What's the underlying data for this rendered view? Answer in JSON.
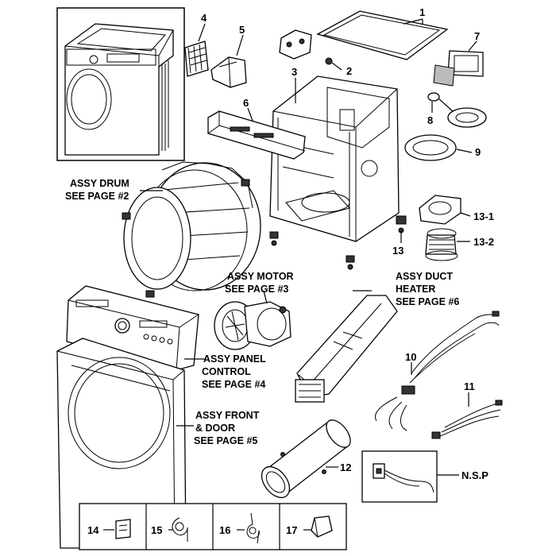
{
  "labels": {
    "p1": "1",
    "p2": "2",
    "p3": "3",
    "p4": "4",
    "p5": "5",
    "p6": "6",
    "p7": "7",
    "p8": "8",
    "p9": "9",
    "p10": "10",
    "p11": "11",
    "p12": "12",
    "p13": "13",
    "p13_1": "13-1",
    "p13_2": "13-2",
    "p14": "14",
    "p15": "15",
    "p16": "16",
    "p17": "17",
    "nsp": "N.S.P"
  },
  "callouts": {
    "drum": [
      "ASSY DRUM",
      "SEE PAGE #2"
    ],
    "motor": [
      "ASSY MOTOR",
      "SEE PAGE #3"
    ],
    "duct": [
      "ASSY DUCT",
      "HEATER",
      "SEE PAGE #6"
    ],
    "panel": [
      "ASSY PANEL",
      "CONTROL",
      "SEE PAGE #4"
    ],
    "front": [
      "ASSY FRONT",
      "& DOOR",
      "SEE PAGE #5"
    ]
  }
}
